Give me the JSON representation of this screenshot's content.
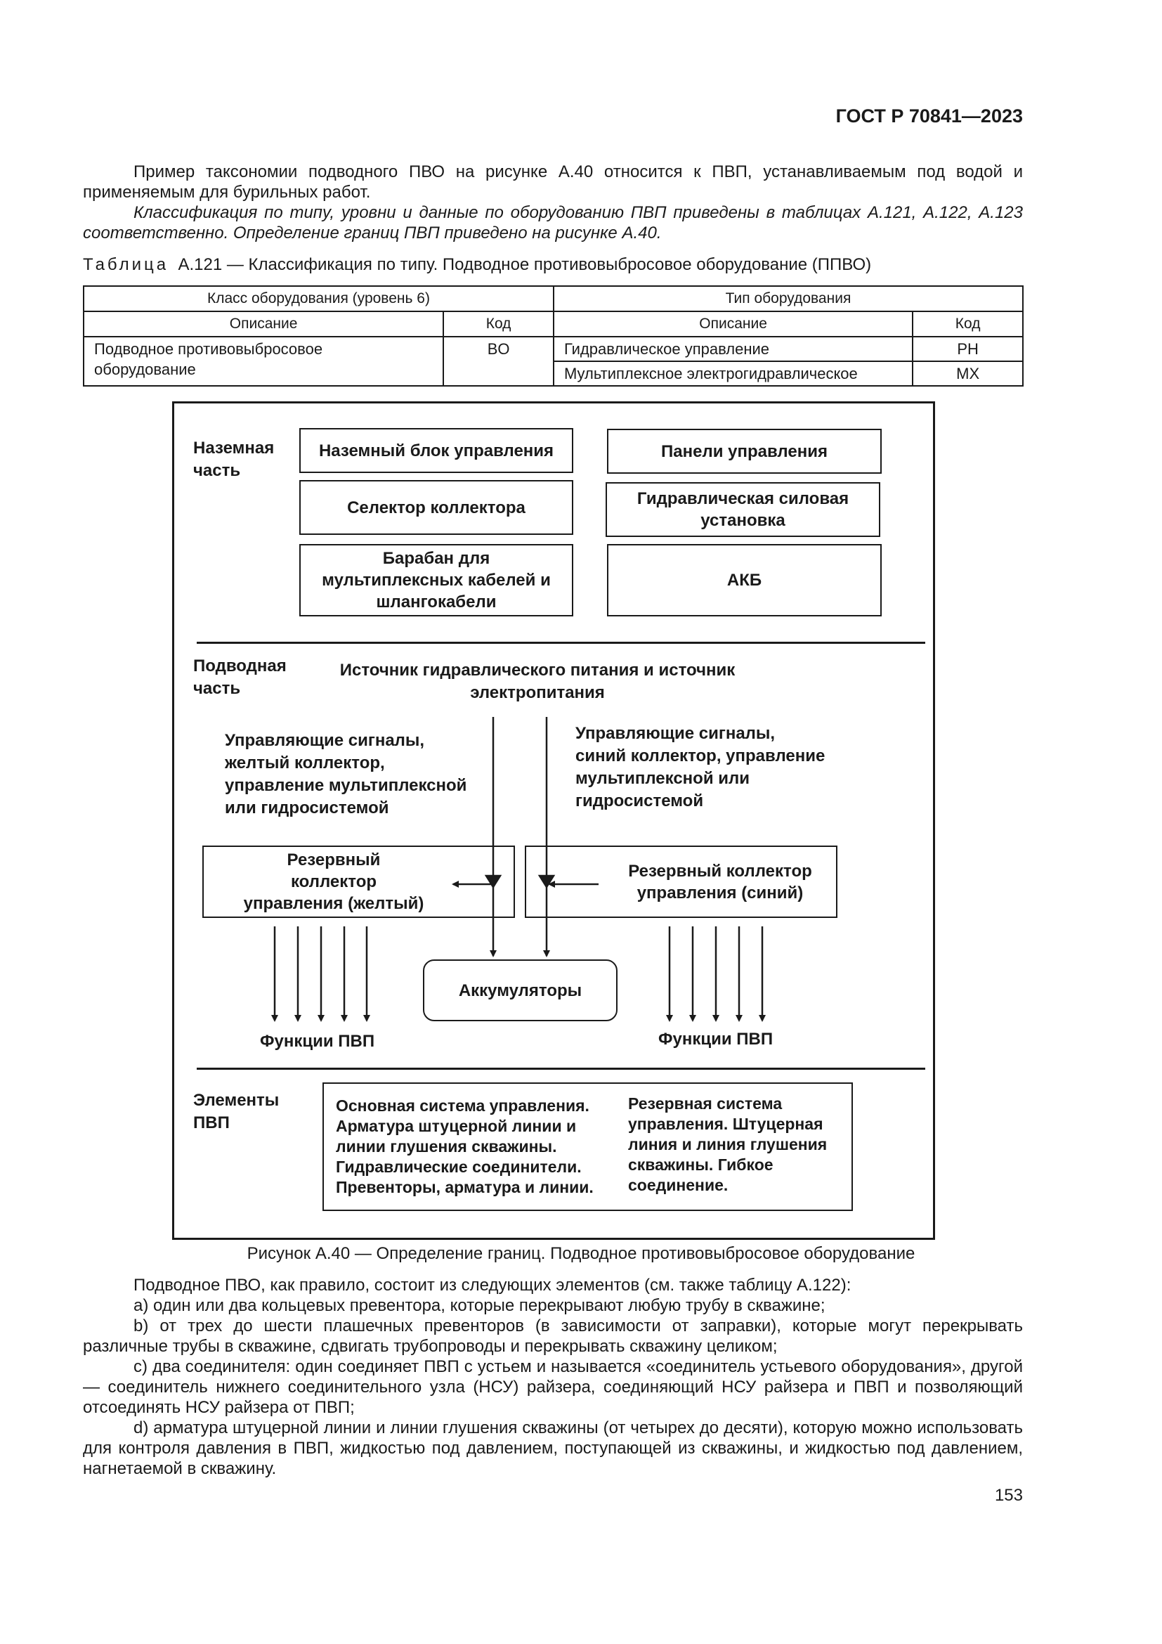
{
  "header": {
    "doc_code": "ГОСТ Р 70841—2023"
  },
  "intro": {
    "p1": "Пример таксономии подводного ПВО на рисунке А.40 относится к ПВП, устанавливаемым под водой и применяемым для бурильных работ.",
    "p2": "Классификация по типу, уровни и данные по оборудованию ПВП приведены в таблицах А.121, А.122, А.123 соответственно. Определение границ ПВП приведено на рисунке А.40."
  },
  "table": {
    "caption_label": "Таблица",
    "caption_text": "А.121 — Классификация по типу. Подводное противовыбросовое оборудование (ППВО)",
    "group_left": "Класс оборудования (уровень 6)",
    "group_right": "Тип оборудования",
    "col_desc": "Описание",
    "col_code": "Код",
    "rows": {
      "class_desc": "Подводное противовыбросовое оборудование",
      "class_code": "BO",
      "type1_desc": "Гидравлическое управление",
      "type1_code": "PH",
      "type2_desc": "Мультиплексное электрогидравлическое",
      "type2_code": "MX"
    }
  },
  "figure": {
    "surface_label": "Наземная часть",
    "surface_boxes": {
      "control_unit": "Наземный блок управления",
      "panels": "Панели управления",
      "selector": "Селектор коллектора",
      "hpu": "Гидравлическая силовая установка",
      "drum": "Барабан для мультиплексных кабелей и шлангокабели",
      "battery": "АКБ"
    },
    "subsea_label": "Подводная часть",
    "power_source": "Источник гидравлического питания и источник электропитания",
    "signals_yellow": "Управляющие сигналы, желтый коллектор, управление мультиплексной или гидросистемой",
    "signals_blue": "Управляющие сигналы, синий коллектор, управление мультиплексной или гидросистемой",
    "pod_yellow": "Резервный коллектор управления (желтый)",
    "pod_blue": "Резервный коллектор управления (синий)",
    "accumulators": "Аккумуляторы",
    "functions_left": "Функции ПВП",
    "functions_right": "Функции ПВП",
    "elements_label": "Элементы ПВП",
    "elements_main": "Основная система управления. Арматура штуцерной линии и линии глушения скважины. Гидравлические соединители. Превенторы, арматура и линии.",
    "elements_backup": "Резервная система управления. Штуцерная линия и линия глушения скважины. Гибкое соединение."
  },
  "figure_caption": "Рисунок А.40 — Определение границ. Подводное противовыбросовое оборудование",
  "body": {
    "p_lead": "Подводное ПВО, как правило, состоит из следующих элементов (см. также таблицу А.122):",
    "item_a": "a) один или два кольцевых превентора, которые перекрывают любую трубу в скважине;",
    "item_b": "b) от трех до шести плашечных превенторов (в зависимости от заправки), которые могут перекрывать различные трубы в скважине, сдвигать трубопроводы и перекрывать скважину целиком;",
    "item_c": "c) два соединителя: один соединяет ПВП с устьем и называется «соединитель устьевого оборудования», другой — соединитель нижнего соединительного узла (НСУ) райзера, соединяющий НСУ райзера и ПВП и позволяющий отсоединять НСУ райзера от ПВП;",
    "item_d": "d) арматура штуцерной линии и линии глушения скважины (от четырех до десяти), которую можно использовать для контроля давления в ПВП, жидкостью под давлением, поступающей из скважины, и жидкостью под давлением, нагнетаемой в скважину."
  },
  "page_number": "153"
}
